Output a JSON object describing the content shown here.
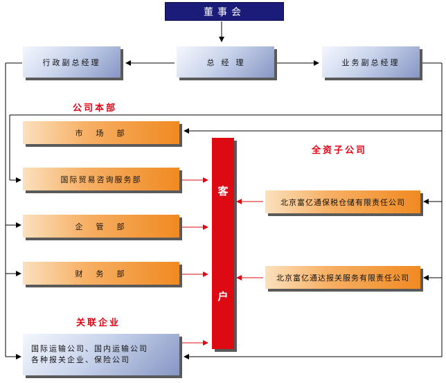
{
  "board": "董事会",
  "gm": "总  经  理",
  "admin_vp": "行政副总经理",
  "business_vp": "业务副总经理",
  "hq_heading": "公司本部",
  "hq_depts": [
    "市  场  部",
    "国际贸易咨询服务部",
    "企  管  部",
    "财  务  部"
  ],
  "client": {
    "line1": "客",
    "line2": "户"
  },
  "subsidiaries_heading": "全资子公司",
  "subsidiaries": [
    "北京富亿通保税仓储有限责任公司",
    "北京富亿通达报关服务有限责任公司"
  ],
  "affiliates_heading": "关联企业",
  "affiliates": {
    "line1": "国际运输公司、国内运输公司",
    "line2": "各种报关企业、保险公司"
  },
  "colors": {
    "arrow_red": "#dd0a14",
    "line_black": "#000000"
  }
}
